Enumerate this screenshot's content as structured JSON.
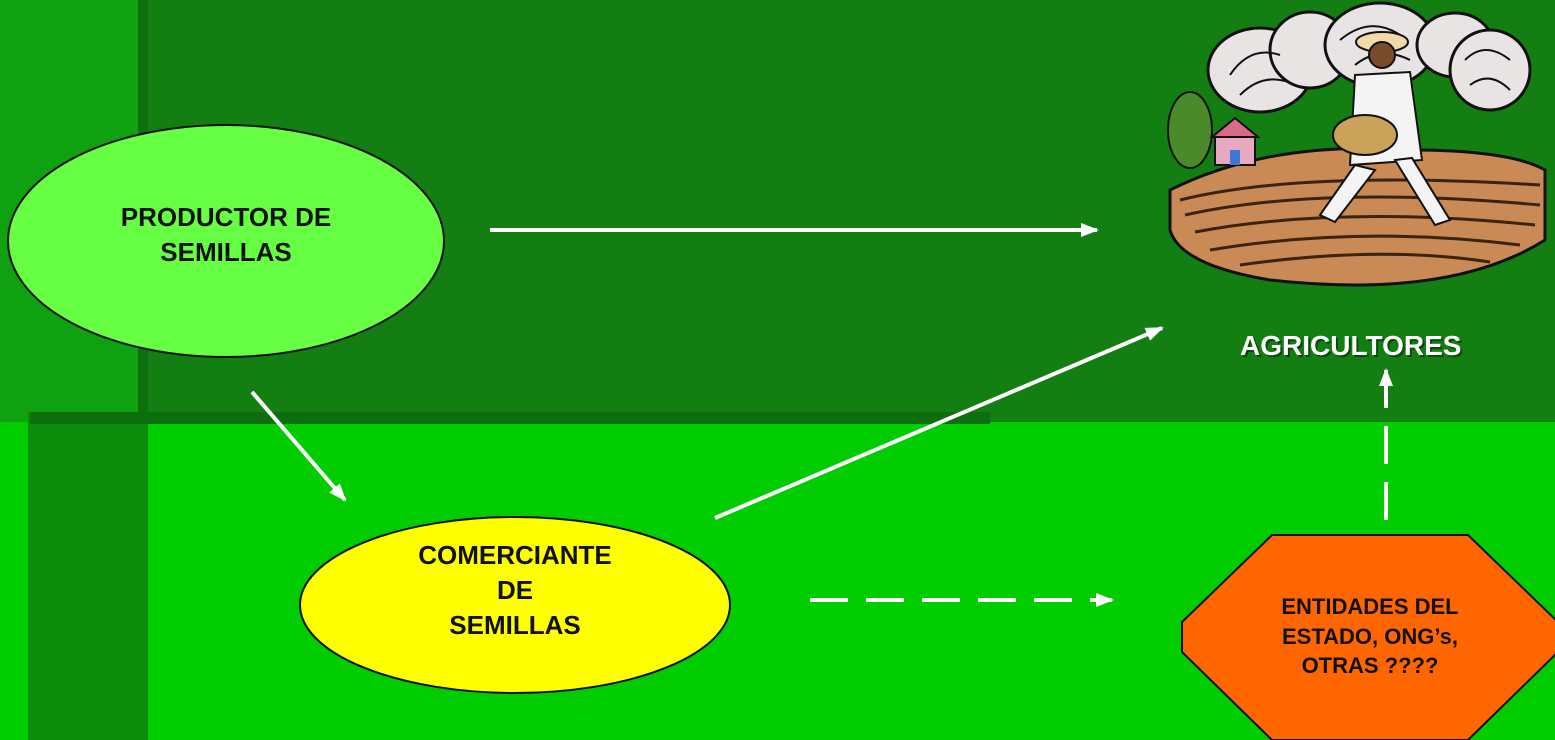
{
  "colors": {
    "bg_top": "#137f13",
    "bg_bottom": "#00cc00",
    "left_band": "#0fa10f",
    "producer_fill": "#66ff44",
    "merchant_fill": "#ffff00",
    "entities_fill": "#ff6600",
    "arrow": "#ffffff"
  },
  "nodes": {
    "producer": {
      "line1": "PRODUCTOR DE",
      "line2": "SEMILLAS"
    },
    "merchant": {
      "line1": "COMERCIANTE",
      "line2": "DE",
      "line3": "SEMILLAS"
    },
    "entities": {
      "line1": "ENTIDADES DEL",
      "line2": "ESTADO, ONG’s,",
      "line3": "OTRAS ????"
    },
    "farmers": {
      "label": "AGRICULTORES",
      "icon": "farmer-sowing-icon"
    }
  },
  "edges": [
    {
      "from": "producer",
      "to": "farmers",
      "style": "solid"
    },
    {
      "from": "producer",
      "to": "merchant",
      "style": "solid"
    },
    {
      "from": "merchant",
      "to": "farmers",
      "style": "solid"
    },
    {
      "from": "merchant",
      "to": "entities",
      "style": "dashed"
    },
    {
      "from": "entities",
      "to": "farmers",
      "style": "dashed"
    }
  ]
}
